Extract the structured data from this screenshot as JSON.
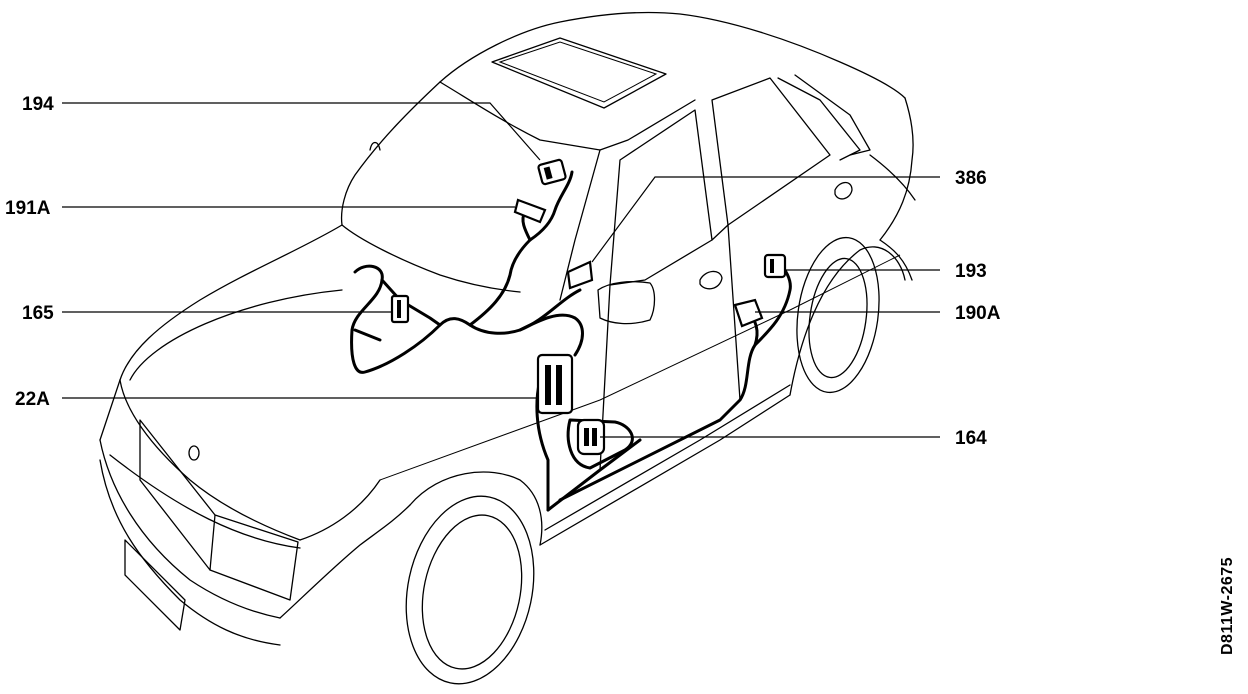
{
  "figure_code": "D811W-2675",
  "labels": {
    "l194": "194",
    "l191a": "191A",
    "l165": "165",
    "l22a": "22A",
    "l386": "386",
    "l193": "193",
    "l190a": "190A",
    "l164": "164"
  }
}
